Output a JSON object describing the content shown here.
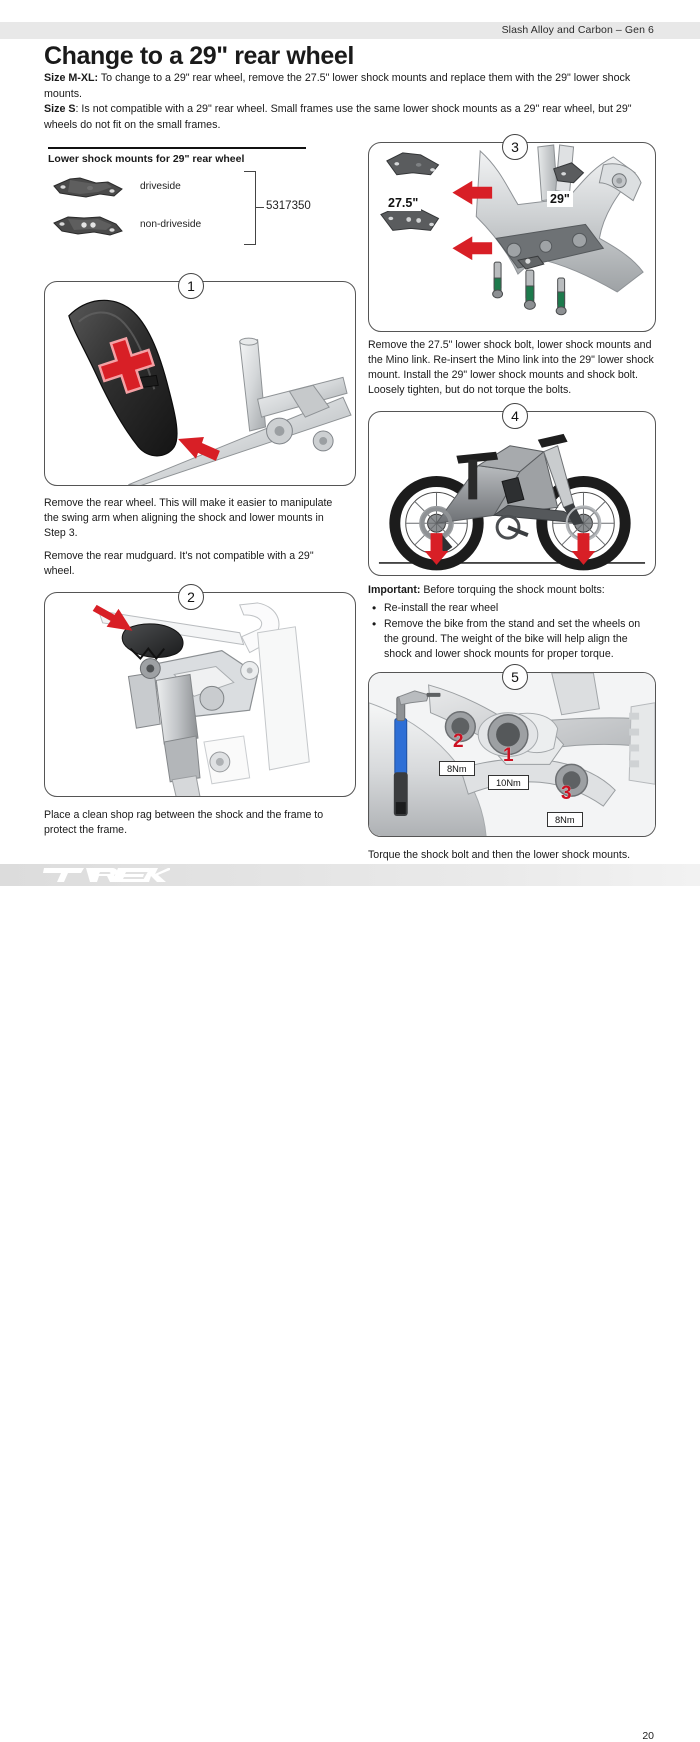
{
  "header": {
    "running_head": "Slash Alloy and Carbon – Gen 6",
    "title": "Change to a 29\" rear wheel"
  },
  "intro": {
    "p1_label": "Size M-XL:",
    "p1_text": " To change to a 29\" rear wheel, remove the 27.5\" lower shock mounts and replace them with the 29\" lower shock mounts.",
    "p2_label": "Size S",
    "p2_text": ": Is not compatible with a 29\" rear wheel. Small frames use the same lower shock mounts as a 29\" rear wheel, but 29\" wheels do not fit on the small frames."
  },
  "parts": {
    "title": "Lower shock mounts for 29\" rear wheel",
    "rows": [
      {
        "label": "driveside"
      },
      {
        "label": "non-driveside"
      }
    ],
    "part_number": "5317350"
  },
  "steps": [
    {
      "number": "1",
      "captions": [
        "Remove the rear wheel. This will make it easier to manipulate the swing arm when aligning the shock and lower mounts in Step 3.",
        "Remove the rear mudguard. It's not compatible with a 29\" wheel."
      ]
    },
    {
      "number": "2",
      "captions": [
        "Place a clean shop rag between the shock and the frame to protect the frame."
      ]
    },
    {
      "number": "3",
      "labels": {
        "left": "27.5\"",
        "right": "29\""
      },
      "captions": [
        "Remove the 27.5\" lower shock bolt, lower shock mounts and the Mino link. Re-insert the Mino link into the 29\" lower shock mount. Install the 29\" lower shock mounts and shock bolt. Loosely tighten, but do not torque the bolts."
      ]
    },
    {
      "number": "4",
      "important_label": "Important:",
      "important_text": " Before torquing the shock mount bolts:",
      "bullets": [
        "Re-install the rear wheel",
        "Remove the bike from the stand and set the wheels on the ground. The weight of the bike will help align the shock and lower shock mounts for proper torque."
      ]
    },
    {
      "number": "5",
      "torque_marks": [
        {
          "order": "1",
          "value": "10Nm"
        },
        {
          "order": "2",
          "value": "8Nm"
        },
        {
          "order": "3",
          "value": "8Nm"
        }
      ],
      "captions": [
        "Torque the shock bolt and then the lower shock mounts."
      ]
    }
  ],
  "footer": {
    "brand": "TREK",
    "page_number": "20"
  },
  "colors": {
    "arrow_red": "#d81f26",
    "torque_red": "#cc1122",
    "header_band": "#e8e8e8",
    "frame_gray": "#c9cbcd"
  }
}
